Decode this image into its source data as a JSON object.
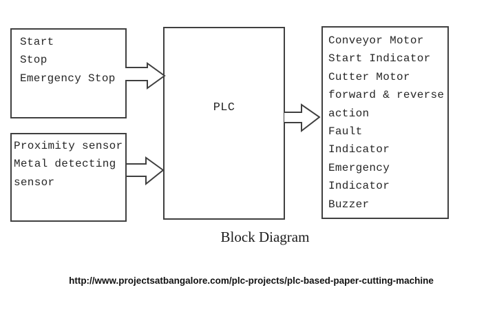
{
  "diagram": {
    "caption": "Block Diagram",
    "source_url": "http://www.projectsatbangalore.com/plc-projects/plc-based-paper-cutting-machine",
    "colors": {
      "line": "#3f3f3f",
      "text": "#262626",
      "background": "#ffffff"
    },
    "boxes": {
      "controls": {
        "lines": [
          "Start",
          "Stop",
          "Emergency Stop"
        ]
      },
      "sensors": {
        "lines": [
          "Proximity sensor",
          "Metal detecting",
          "sensor"
        ]
      },
      "plc": {
        "label": "PLC"
      },
      "outputs": {
        "lines": [
          "Conveyor Motor",
          "Start Indicator",
          "Cutter Motor",
          "forward & reverse",
          "action",
          "Fault",
          "Indicator",
          "Emergency",
          "Indicator",
          "Buzzer"
        ]
      }
    }
  }
}
